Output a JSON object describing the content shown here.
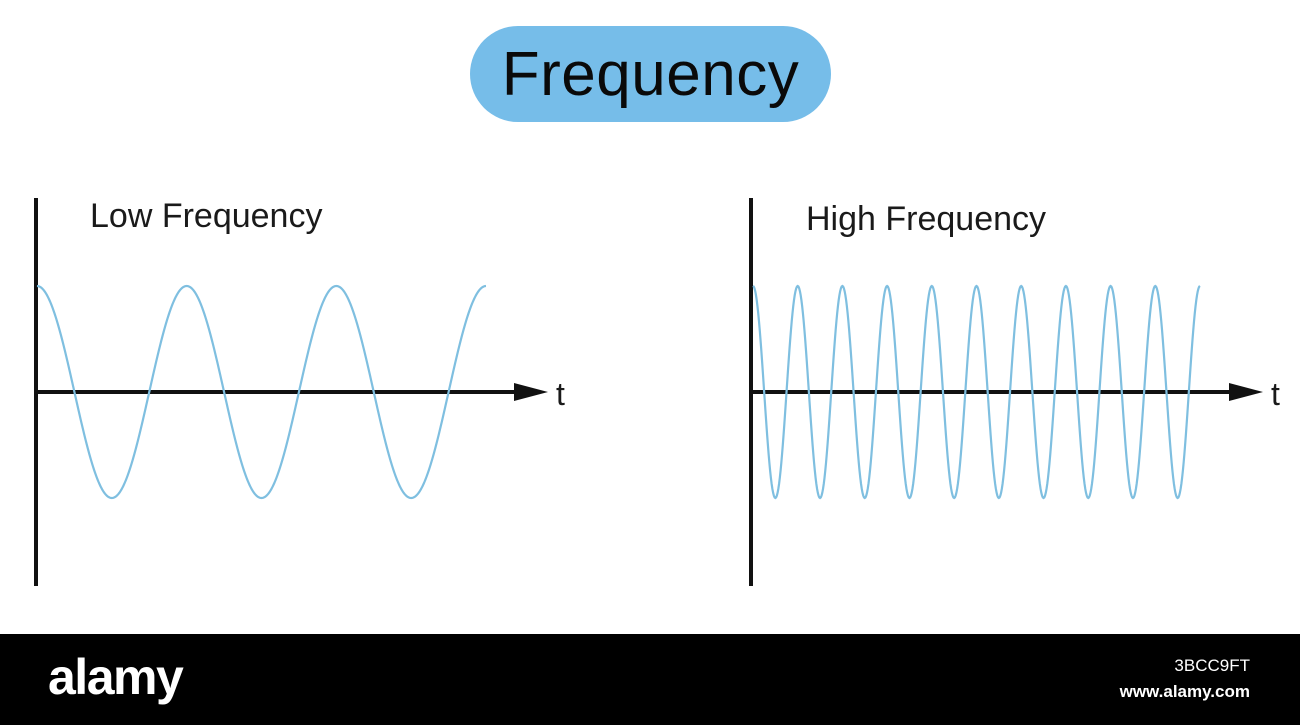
{
  "title": "Frequency",
  "colors": {
    "pill": "#76bde9",
    "wave": "#7fbfe0",
    "axis": "#111111",
    "footer": "#000000"
  },
  "panels": [
    {
      "label": "Low Frequency",
      "axis_label": "t",
      "cycles": 3
    },
    {
      "label": "High Frequency",
      "axis_label": "t",
      "cycles": 10
    }
  ],
  "footer": {
    "logo": "alamy",
    "image_id": "3BCC9FT",
    "url": "www.alamy.com"
  }
}
